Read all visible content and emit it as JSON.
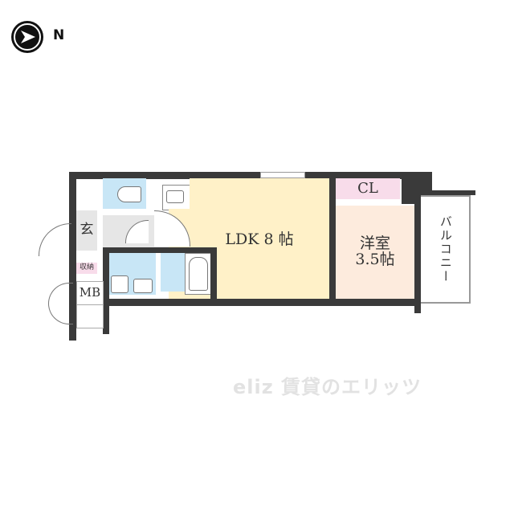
{
  "compass": {
    "icon": "north-arrow-icon",
    "label": "N"
  },
  "rooms": {
    "ldk": {
      "label": "LDK 8 帖",
      "color": "#fff1c8"
    },
    "western_room": {
      "label_line1": "洋室",
      "label_line2": "3.5帖",
      "color": "#fdebdd"
    },
    "closet": {
      "label": "CL",
      "color": "#f8dcea"
    },
    "balcony": {
      "label": "バルコニー"
    },
    "entrance": {
      "label": "玄"
    },
    "storage": {
      "label": "収納"
    },
    "meter_box": {
      "label": "MB"
    }
  },
  "fixtures": [
    "toilet-icon",
    "stove-icon",
    "sink-icon",
    "refrigerator-space-icon",
    "washing-machine-icon",
    "washbasin-icon",
    "bathtub-icon"
  ],
  "watermark": {
    "text": "eliz 賃貸のエリッツ"
  }
}
